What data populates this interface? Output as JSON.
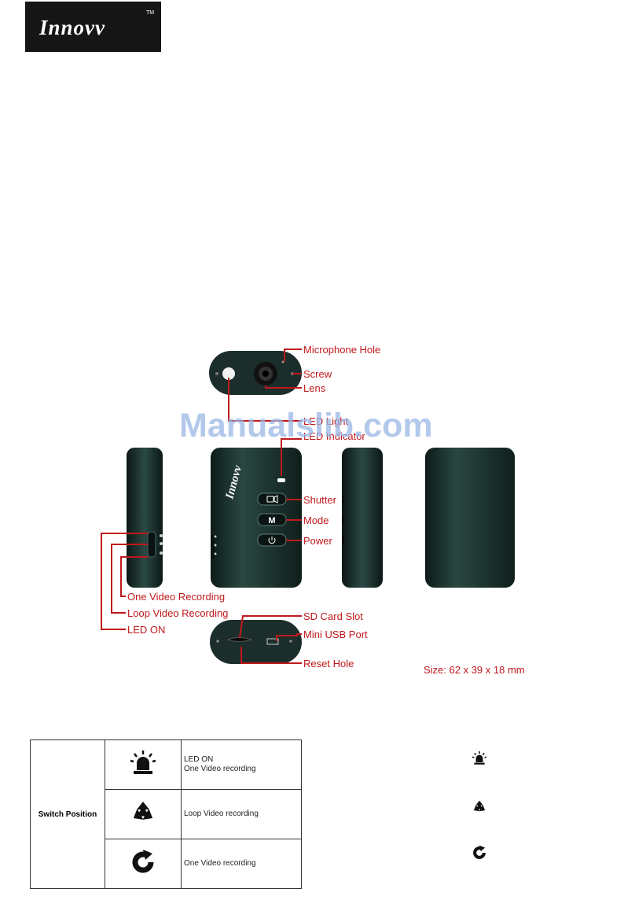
{
  "logo": {
    "text": "Innovv",
    "tm": "TM"
  },
  "watermark": "Manualslib.com",
  "device": {
    "brand": "Innovv"
  },
  "callouts": {
    "microphone_hole": "Microphone Hole",
    "screw": "Screw",
    "lens": "Lens",
    "led_light": "LED Light",
    "led_indicator": "LED Indicator",
    "shutter": "Shutter",
    "mode": "Mode",
    "power": "Power",
    "one_video": "One Video Recording",
    "loop_video": "Loop Video Recording",
    "led_on": "LED ON",
    "sd_card": "SD Card Slot",
    "mini_usb": "Mini USB Port",
    "reset_hole": "Reset Hole"
  },
  "mode_button_letter": "M",
  "size": "Size: 62 x 39 x 18 mm",
  "table": {
    "header": "Switch Position",
    "rows": [
      {
        "icon": "siren-icon",
        "line1": "LED ON",
        "line2": "One Video recording"
      },
      {
        "icon": "loop-recycle-icon",
        "line1": "Loop Video recording",
        "line2": ""
      },
      {
        "icon": "refresh-icon",
        "line1": "One Video recording",
        "line2": ""
      }
    ]
  },
  "colors": {
    "callout": "#c0181c",
    "device": "#1e3a34",
    "watermark": "#9ab8e6"
  }
}
